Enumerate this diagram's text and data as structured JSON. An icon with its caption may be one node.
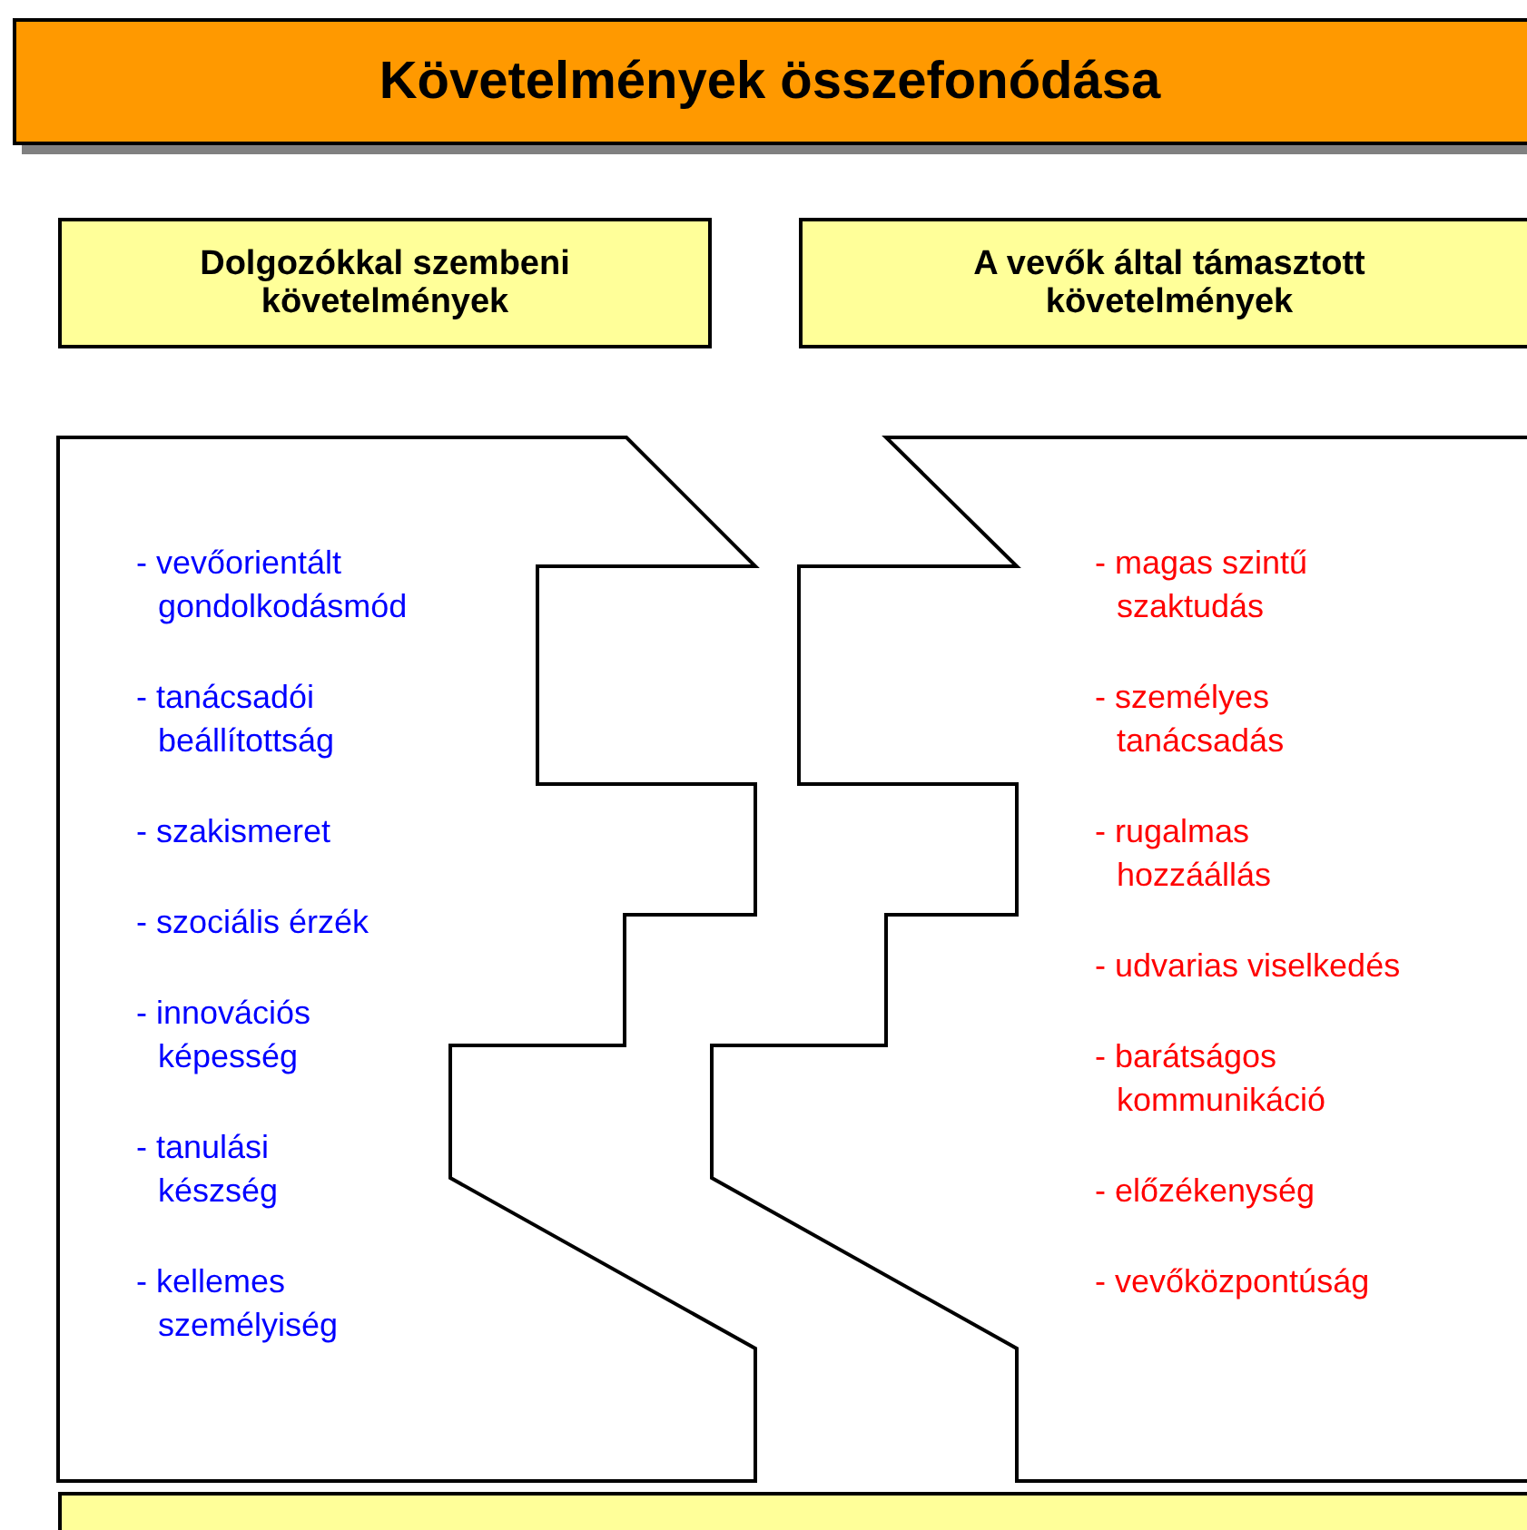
{
  "diagram": {
    "title": "Követelmények összefonódása",
    "nodes": [
      {
        "text": [
          "Dolgozókkal szembeni követelmények"
        ]
      },
      {
        "text": [
          "A vevők által támasztott követelmények"
        ]
      },
      {
        "text": [
          "- vevőorientált gondolkodásmód",
          "- tanácsadói beállítottság",
          "- szakismeret",
          "- szociális érzék",
          "- innovációs képesség",
          "- tanulási készség",
          "- kellemes személyiség"
        ]
      },
      {
        "text": [
          "- magas szintű szaktudás",
          "- személyes tanácsadás",
          "- rugalmas hozzáállás",
          "- udvarias viselkedés",
          "- barátságos kommunikáció",
          "- előzékenység",
          "- vevőközpontúság"
        ]
      },
      {
        "text": [],
        "shape": "box"
      }
    ],
    "edges": []
  }
}
